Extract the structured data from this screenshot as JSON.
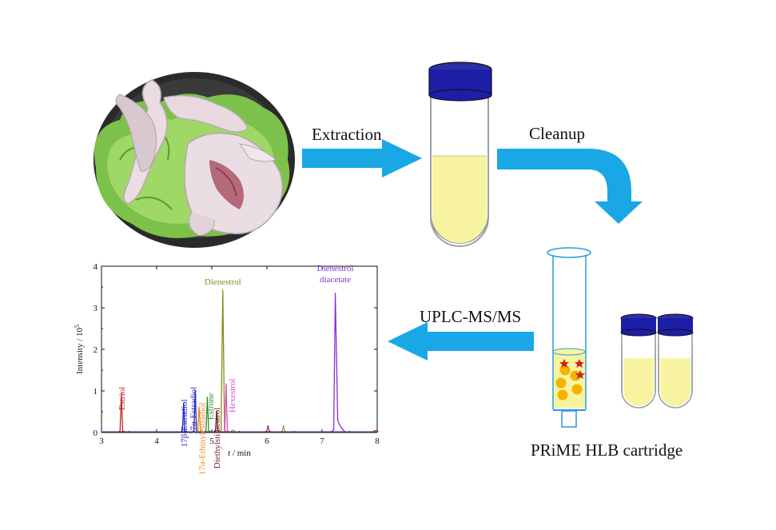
{
  "steps": {
    "extraction": "Extraction",
    "cleanup": "Cleanup",
    "analysis": "UPLC-MS/MS",
    "cartridge": "PRiME HLB cartridge"
  },
  "colors": {
    "arrow": "#1aa7e6",
    "cap": "#1d1ea8",
    "liquid": "#f8f3a0",
    "sorbent": "#f2b400",
    "star": "#d0201c"
  },
  "chart_data": {
    "type": "line",
    "xlabel_var": "t",
    "xlabel_unit": " / min",
    "ylabel": "Intensity / 10",
    "ylabel_exp": "5",
    "xlim": [
      3,
      8
    ],
    "ylim": [
      0,
      4
    ],
    "xticks": [
      "3",
      "4",
      "5",
      "6",
      "7",
      "8"
    ],
    "yticks": [
      "0",
      "1",
      "2",
      "3",
      "4"
    ],
    "grid": false,
    "peaks": [
      {
        "name": "Estriol",
        "x": 3.36,
        "y": 0.95,
        "color": "#c1272d"
      },
      {
        "name": "17β-Estradiol",
        "x": 4.49,
        "y": 0.72,
        "color": "#2b2bbd"
      },
      {
        "name": "17α-Estradiol",
        "x": 4.7,
        "y": 1.02,
        "color": "#2b2bbd"
      },
      {
        "name": "17α-Ethinylestradiol",
        "x": 4.77,
        "y": 0.62,
        "color": "#e08a1e"
      },
      {
        "name": "Estrone",
        "x": 4.92,
        "y": 0.86,
        "color": "#2c8f33"
      },
      {
        "name": "Diethylstilbestrol",
        "x": 5.09,
        "y": 0.52,
        "color": "#7a2020"
      },
      {
        "name": "Dienestrol",
        "x": 5.2,
        "y": 3.43,
        "color": "#8a8a1a"
      },
      {
        "name": "Hexestrol",
        "x": 5.26,
        "y": 1.18,
        "color": "#d94bd0"
      },
      {
        "name": "Dienestrol diacetate",
        "x": 7.24,
        "y": 3.36,
        "color": "#8b2fd6"
      }
    ],
    "minor_peaks": [
      {
        "x": 6.02,
        "y": 0.17,
        "color": "#7a2020"
      },
      {
        "x": 6.3,
        "y": 0.17,
        "color": "#8a8a1a"
      },
      {
        "x": 5.38,
        "y": 0.06,
        "color": "#8a8a1a"
      },
      {
        "x": 7.97,
        "y": 0.05,
        "color": "#7a2020"
      }
    ]
  }
}
